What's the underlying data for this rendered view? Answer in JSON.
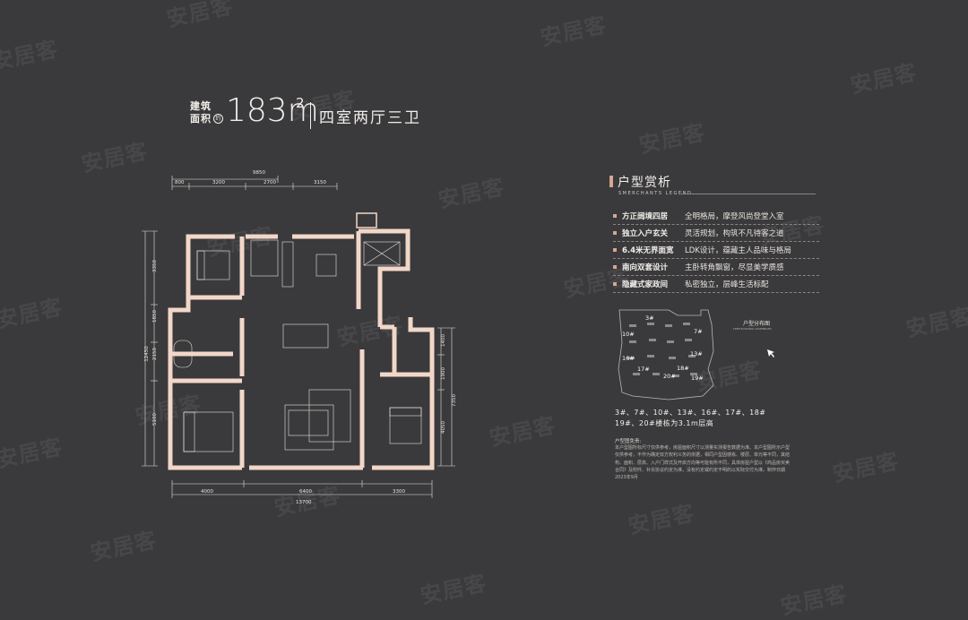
{
  "header": {
    "area_label_line1": "建筑",
    "area_label_line2": "面积",
    "area_unit_mark": "约",
    "area_value": "183m",
    "area_sup": "2",
    "layout_name": "四室两厅三卫"
  },
  "dimensions": {
    "top_total": "9850",
    "top_segments": [
      "800",
      "3200",
      "2700",
      "3150"
    ],
    "bottom_segments": [
      "4000",
      "6400",
      "3300"
    ],
    "bottom_total": "13700",
    "left_segments": [
      "3350",
      "1850",
      "2150",
      "5100"
    ],
    "left_total": "12450",
    "right_segments": [
      "1400",
      "1900",
      "4050"
    ],
    "right_total": "7350"
  },
  "analysis": {
    "title": "户型赏析",
    "legend": "SMERCHANTS LEGEND",
    "features": [
      {
        "name": "方正阔境四居",
        "desc": "全明格局，摩登风尚登堂入室"
      },
      {
        "name": "独立入户玄关",
        "desc": "灵活规划，构筑不凡待客之道"
      },
      {
        "name": "6.4米无界面宽",
        "desc": "LDK设计，蕴藏主人品味与格局"
      },
      {
        "name": "南向双套设计",
        "desc": "主卧转角飘窗，尽显美学质感"
      },
      {
        "name": "隐藏式家政间",
        "desc": "私密独立，层峰生活标配"
      }
    ]
  },
  "site_map": {
    "title": "户型分布图",
    "subtitle": "FREE BUILDING ASSEMBLIES",
    "buildings": [
      "3#",
      "10#",
      "7#",
      "13#",
      "16#",
      "17#",
      "18#",
      "20#",
      "19#"
    ]
  },
  "floors": {
    "line1": "3#、7#、10#、13#、16#、17#、18#",
    "line2": "19#、20#楼栋为3.1m层高"
  },
  "disclaimer": {
    "title": "户型图免责:",
    "text": "本户型图所标尺寸仅供参考，房屋面积尺寸以测量实测报告数据为准。本户型图所示户型仅供参考，不作为确定双方权利义务的依据，相同户型因楼栋、楼层、单元等不同，其结构、面积、层高、入户门样式及开启方向等可能有所不同，具体房屋户型以《商品房买卖合同》及附件、补充协议约定为准，没有约定或约定不明的以实际交付为准。制作日期2023年9月"
  },
  "watermark": "安居客",
  "colors": {
    "background": "#3a3a3c",
    "wall": "#f2d7c8",
    "accent": "#d6a691",
    "text": "#f2efea"
  }
}
